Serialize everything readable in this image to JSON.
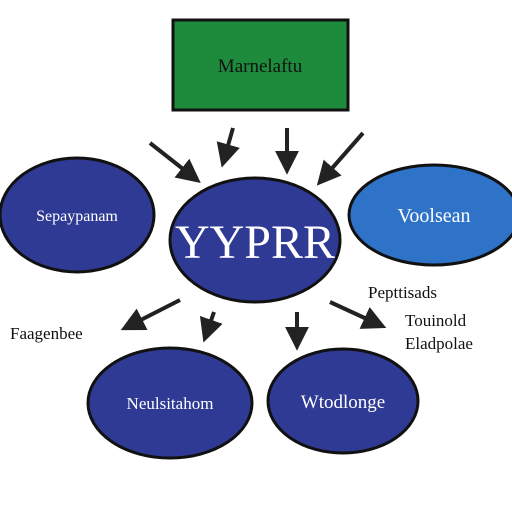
{
  "colors": {
    "top_box_fill": "#1e8b3c",
    "center_fill": "#2f3a94",
    "left_fill": "#2f3a94",
    "right_fill": "#2f73c8",
    "bottom_fill": "#2f3a94",
    "outline": "#111111",
    "arrow": "#222222",
    "text_dark": "#111111",
    "text_light": "#ffffff"
  },
  "nodes": {
    "top_box": {
      "label": "Marnelaftu"
    },
    "center": {
      "label": "YYPRR"
    },
    "left": {
      "label": "Sepaypanam"
    },
    "right": {
      "label": "Voolsean"
    },
    "bottom_left": {
      "label": "Neulsitahom"
    },
    "bottom_right": {
      "label": "Wtodlonge"
    }
  },
  "labels": {
    "left_out": "Faagenbee",
    "right_top": "Pepttisads",
    "right_mid": "Touinold",
    "right_bottom": "Eladpolae"
  }
}
